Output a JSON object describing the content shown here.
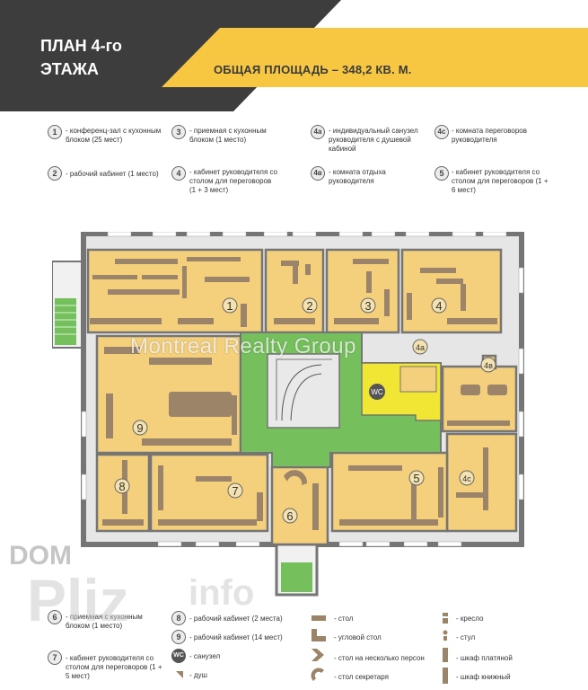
{
  "header": {
    "title_line1": "ПЛАН 4-го",
    "title_line2": "ЭТАЖА",
    "area": "ОБЩАЯ ПЛОЩАДЬ – 348,2 КВ. М."
  },
  "legend": [
    {
      "n": "1",
      "text": "- конференц-зал с кухонным блоком (25 мест)"
    },
    {
      "n": "3",
      "text": "- приемная с кухонным блоком (1 место)"
    },
    {
      "n": "4а",
      "text": "- индивидуальный санузел руководителя с душевой кабиной"
    },
    {
      "n": "4с",
      "text": "- комната переговоров руководителя"
    },
    {
      "n": "2",
      "text": "- рабочий кабинет (1 место)"
    },
    {
      "n": "4",
      "text": "- кабинет руководителя со столом для переговоров (1 + 3 мест)"
    },
    {
      "n": "4в",
      "text": "- комната отдыха руководителя"
    },
    {
      "n": "5",
      "text": "- кабинет руководителя со столом для переговоров (1 + 6 мест)"
    }
  ],
  "rooms": [
    "1",
    "2",
    "3",
    "4",
    "4а",
    "4в",
    "4с",
    "5",
    "6",
    "7",
    "8",
    "9",
    "WC"
  ],
  "watermark": "Montreal Realty Group",
  "bottom_legend": {
    "c6": {
      "n": "6",
      "text": "- приемная с кухонным блоком (1 место)"
    },
    "c7": {
      "n": "7",
      "text": "- кабинет руководителя со столом для переговоров (1 + 5 мест)"
    },
    "c8": {
      "n": "8",
      "text": "- рабочий кабинет (2 места)"
    },
    "c9": {
      "n": "9",
      "text": "- рабочий кабинет (14 мест)"
    },
    "wc": {
      "n": "WC",
      "text": "- санузел"
    },
    "shower": "- душ",
    "table": "- стол",
    "corner": "- угловой стол",
    "multi": "- стол на несколько персон",
    "secretary": "- стол секретаря",
    "armchair": "- кресло",
    "chair": "- стул",
    "wardrobe": "- шкаф платяной",
    "bookcase": "- шкаф книжный"
  },
  "site_watermark": {
    "dom": "DOM",
    "pliz": "Pliz",
    "info": "info"
  },
  "colors": {
    "dark": "#3d3d3d",
    "yellow": "#f7c742",
    "room": "#f4cf7c",
    "green": "#75c05d",
    "wall": "#757575",
    "furniture": "#9b8468"
  }
}
